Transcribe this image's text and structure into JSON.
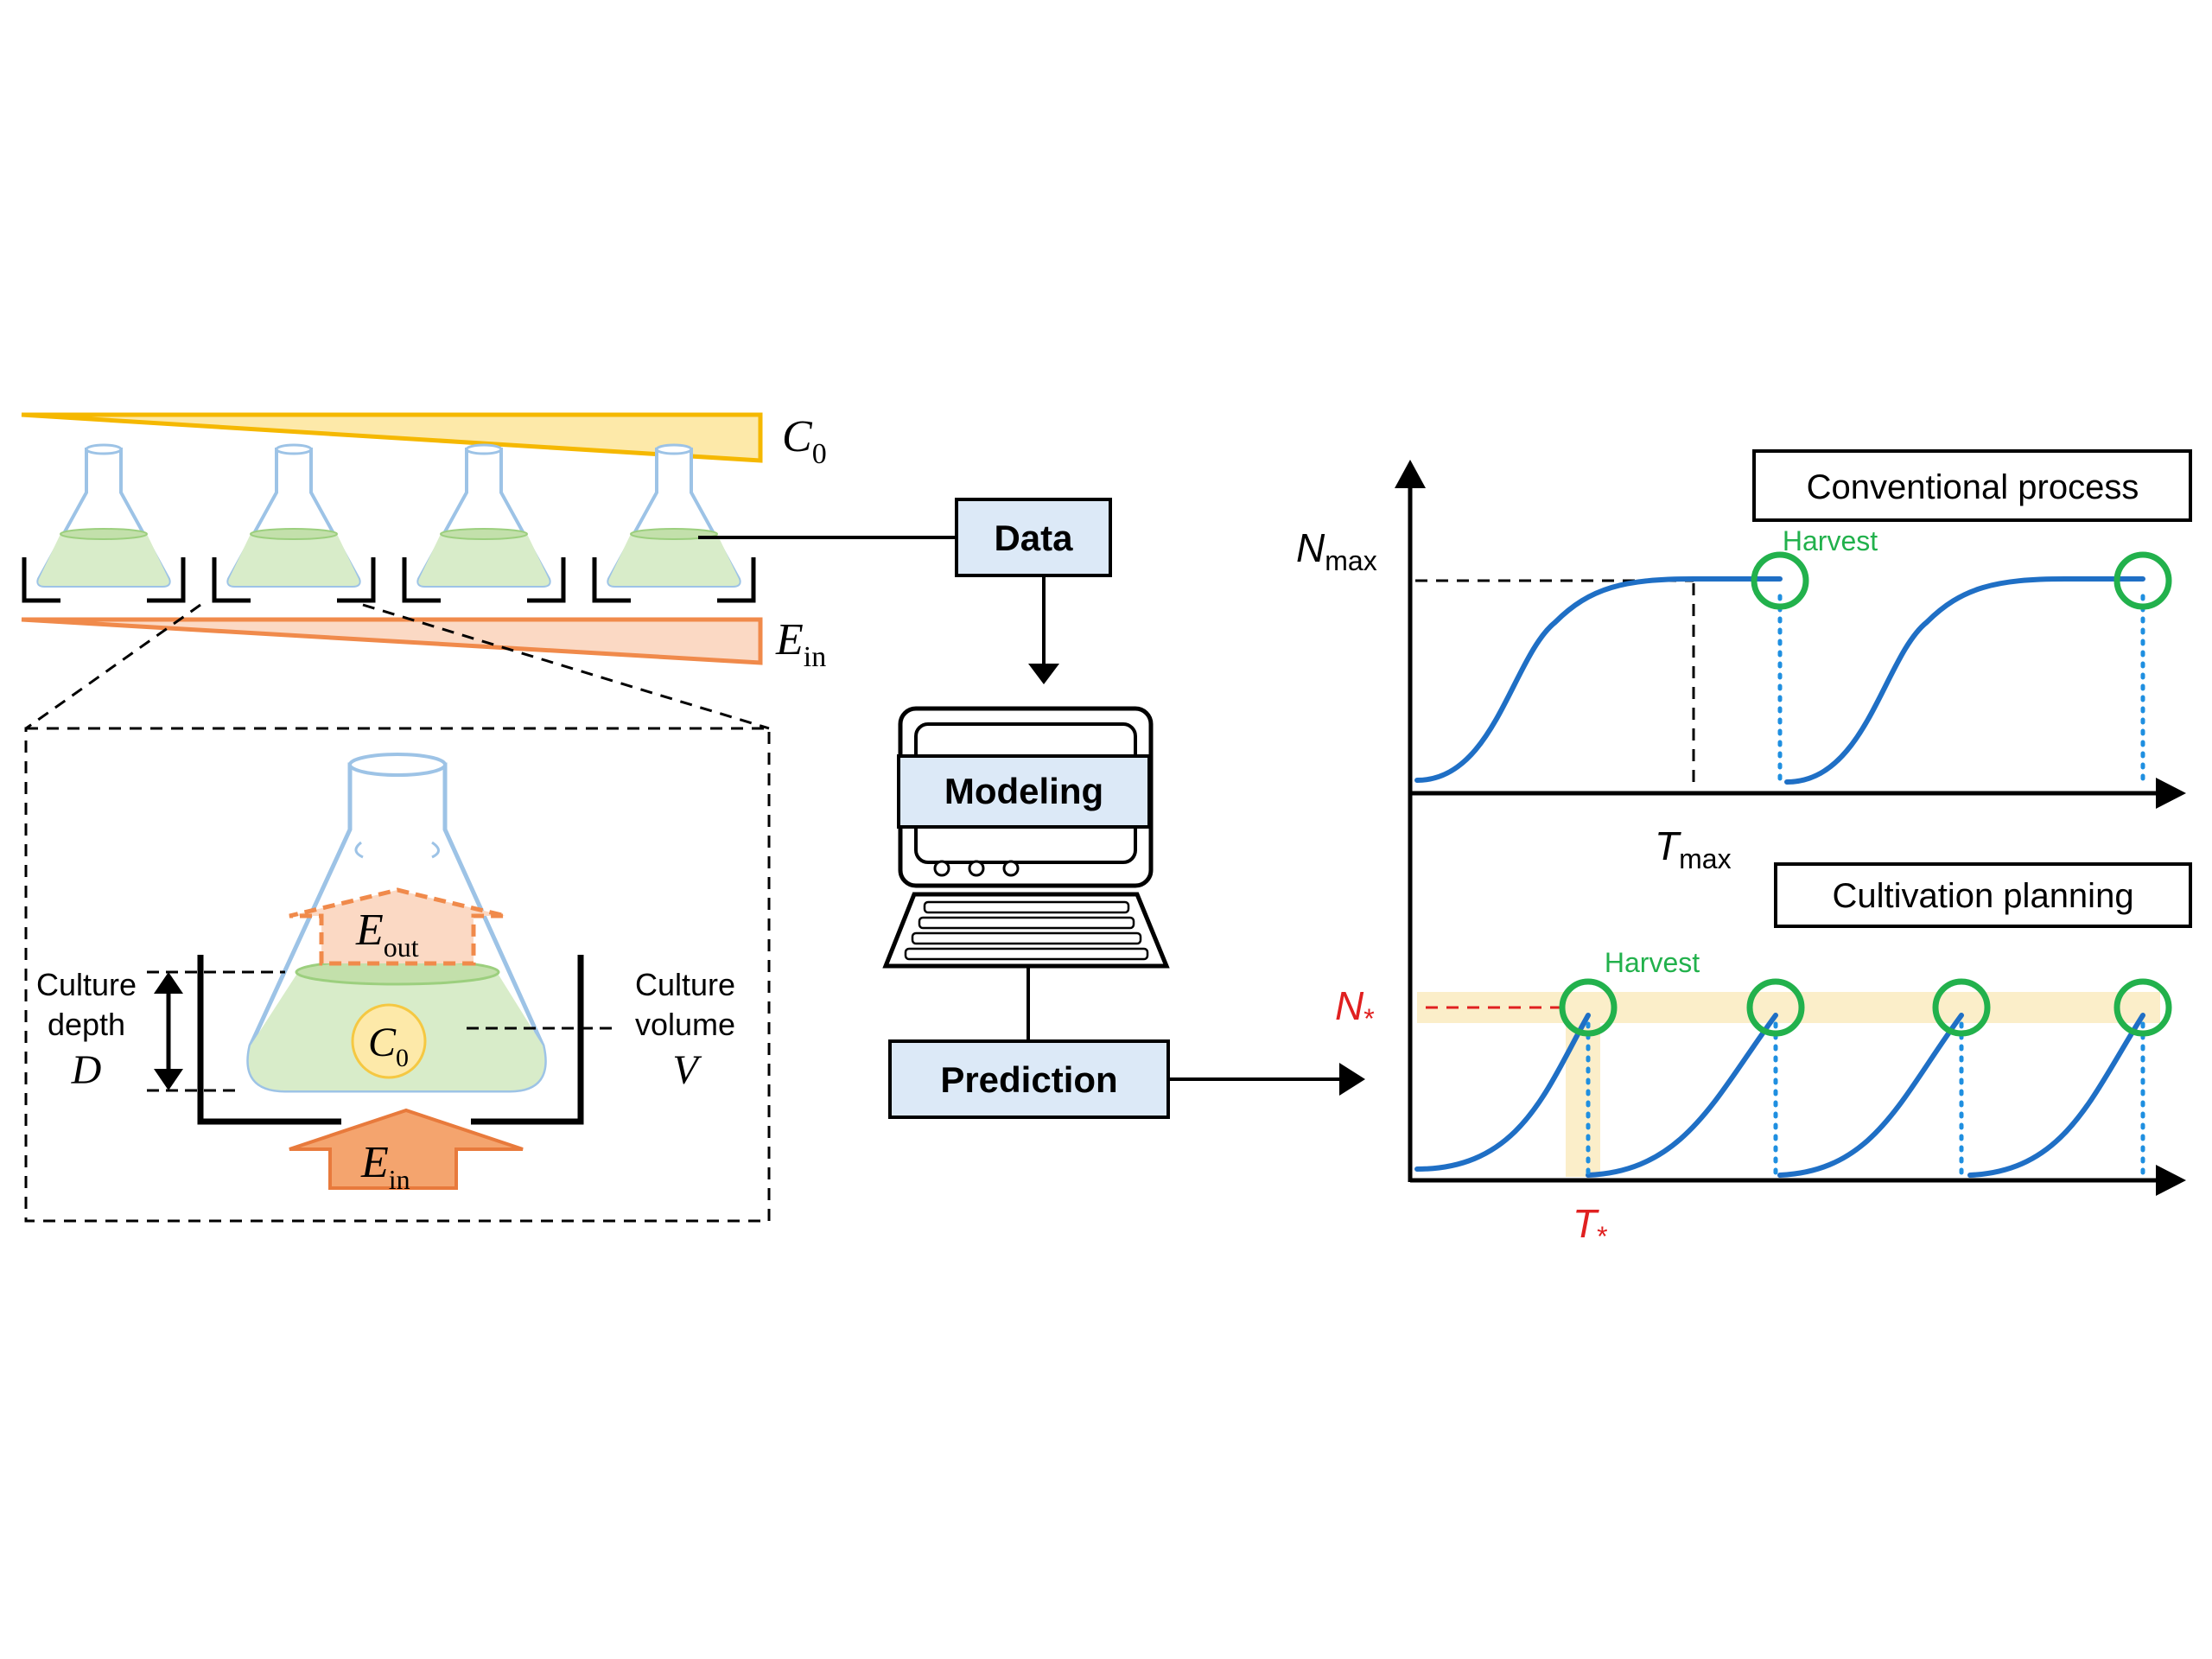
{
  "top_labels": {
    "c0_main": "C",
    "c0_sub": "0",
    "ein_main": "E",
    "ein_sub": "in"
  },
  "inset": {
    "eout_main": "E",
    "eout_sub": "out",
    "c0_main": "C",
    "c0_sub": "0",
    "ein_main": "E",
    "ein_sub": "in",
    "depth_line1": "Culture",
    "depth_line2": "depth",
    "depth_symbol": "D",
    "volume_line1": "Culture",
    "volume_line2": "volume",
    "volume_symbol": "V"
  },
  "pipeline": {
    "data_label": "Data",
    "modeling_label": "Modeling",
    "prediction_label": "Prediction"
  },
  "top_graph": {
    "title": "Conventional process",
    "harvest_label": "Harvest",
    "y_label_main": "N",
    "y_label_sub": "max",
    "x_label_main": "T",
    "x_label_sub": "max"
  },
  "bottom_graph": {
    "title": "Cultivation planning",
    "harvest_label": "Harvest",
    "y_label_main": "N",
    "y_label_sub": "*",
    "x_label_main": "T",
    "x_label_sub": "*"
  },
  "colors": {
    "c0_gradient": "#f5b800",
    "c0_fill": "#fde9a9",
    "ein_gradient": "#f08a4b",
    "ein_fill": "#fbd9c4",
    "flask_outline": "#9dc3e6",
    "flask_liquid": "#d8ecc9",
    "box_fill": "#dce9f7",
    "curve": "#1f6fc5",
    "harvest": "#22b14c",
    "highlight": "#fbeec9",
    "star": "#e02020",
    "eout": "#f08a4b"
  }
}
